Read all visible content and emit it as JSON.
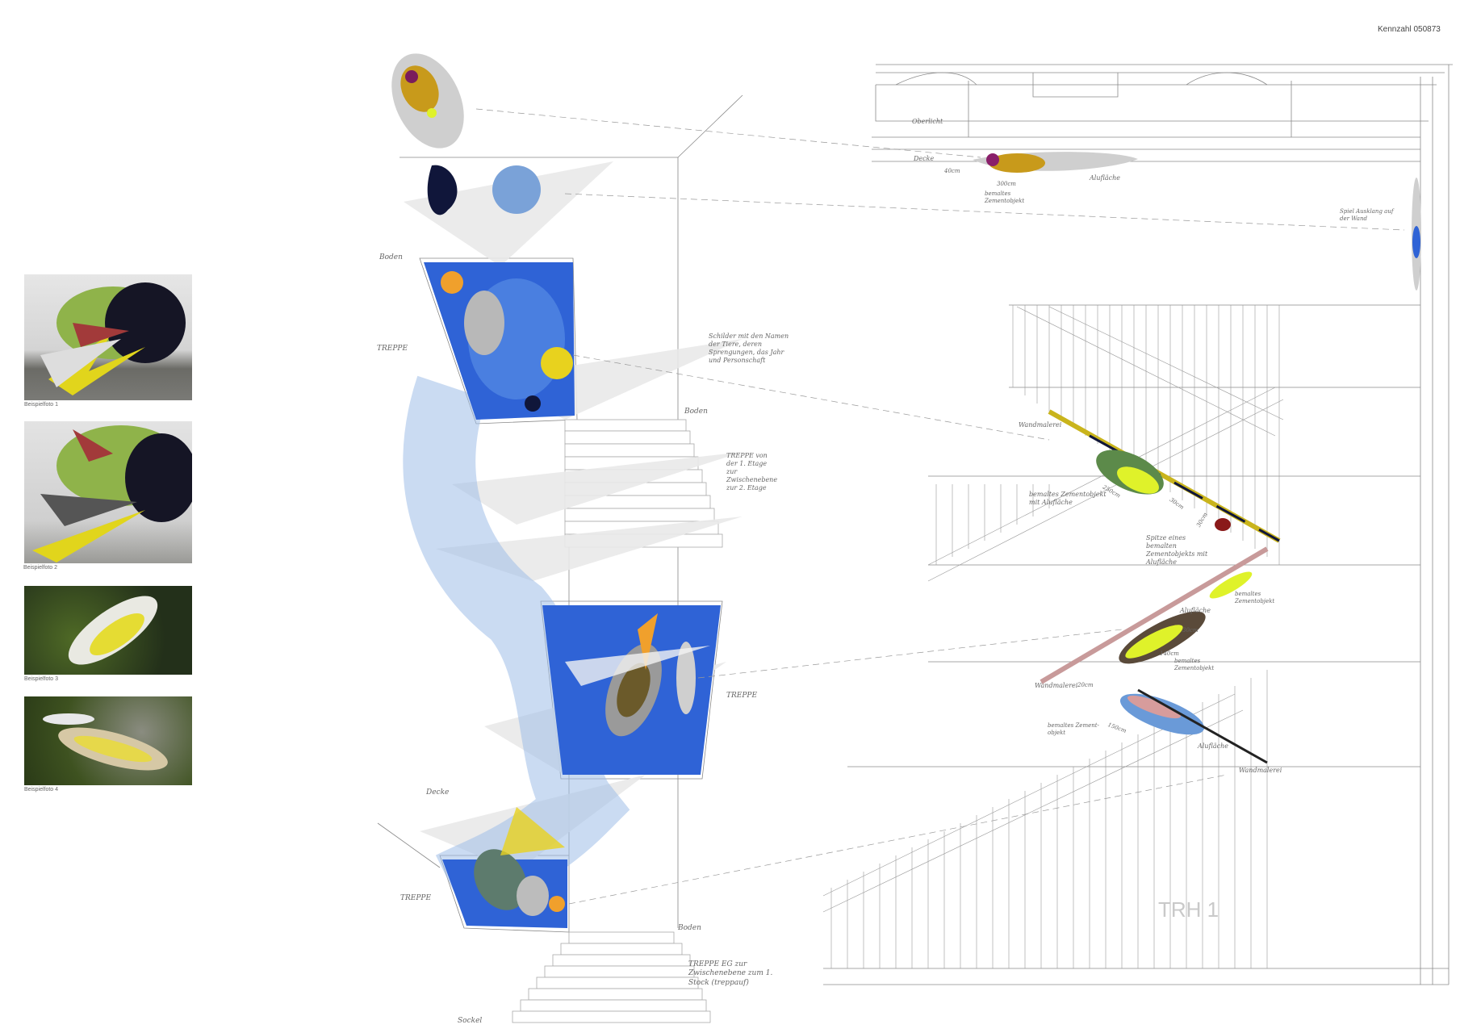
{
  "header": {
    "code": "Kennzahl 050873"
  },
  "photos": [
    {
      "caption": "Beispielfoto 1"
    },
    {
      "caption": "Beispielfoto 2"
    },
    {
      "caption": "Beispielfoto 3"
    },
    {
      "caption": "Beispielfoto 4"
    }
  ],
  "section_labels": {
    "boden_top": "Boden",
    "treppe_top": "TREPPE",
    "schilder": "Schilder mit den Namen der Tiere, deren Sprengungen, das Jahr und Personschaft",
    "boden_mid": "Boden",
    "treppe_mid_desc": "TREPPE von der 1. Etage zur Zwischenebene zur 2. Etage",
    "treppe_mid": "TREPPE",
    "decke": "Decke",
    "treppe_low": "TREPPE",
    "boden_low": "Boden",
    "treppe_eg_desc": "TREPPE EG zur Zwischenebene zum 1. Stock (treppauf)",
    "sockel": "Sockel"
  },
  "elevation_labels": {
    "oberlicht": "Oberlicht",
    "decke": "Decke",
    "dim_40": "40cm",
    "dim_300": "300cm",
    "alufläche_top": "Alufläche",
    "objekt_top": "bemaltes Zementobjekt",
    "wand": "Spiel Ausklang auf der Wand",
    "wandmalerei_1": "Wandmalerei",
    "objekt_alu_1": "bemaltes Zementobjekt mit Alufläche",
    "dim_250": "250cm",
    "dim_30a": "30cm",
    "dim_30b": "30cm",
    "spitze": "Spitze eines bemalten Zementobjekts mit Alufläche",
    "objekt_2": "bemaltes Zementobjekt",
    "alufläche_2": "Alufläche",
    "dim_30c": "30cm",
    "dim_140": "140cm",
    "objekt_3": "bemaltes Zementobjekt",
    "wandmalerei_2": "Wandmalerei",
    "dim_20": "20cm",
    "objekt_4": "bemaltes Zement-objekt",
    "dim_150": "150cm",
    "alufläche_3": "Alufläche",
    "wandmalerei_3": "Wandmalerei",
    "stair_tag": "TRH 1"
  },
  "colors": {
    "blue": "#2f63d6",
    "yellow": "#e8d21e",
    "lime": "#dff22a",
    "navy": "#10163a",
    "line": "#9a9a9a"
  }
}
